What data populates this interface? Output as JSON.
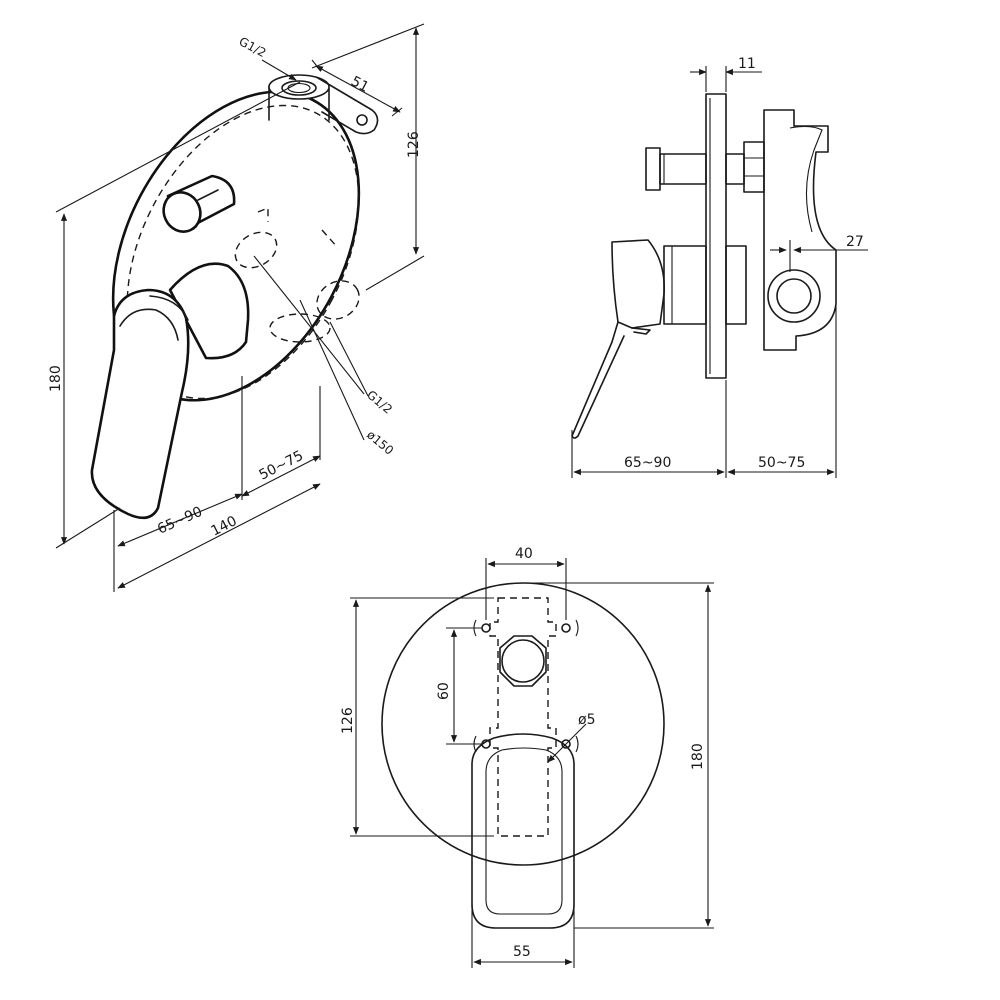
{
  "labels": {
    "iso": {
      "thread_top": "G1/2",
      "dim_51": "51",
      "dim_126": "126",
      "dim_180": "180",
      "thread_side": "G1/2",
      "dia_150": "ø150",
      "dim_50_75": "50~75",
      "dim_65_90": "65~90",
      "dim_140": "140"
    },
    "side": {
      "dim_11": "11",
      "dim_27": "27",
      "dim_65_90": "65~90",
      "dim_50_75": "50~75"
    },
    "front": {
      "dim_40": "40",
      "dim_60": "60",
      "dim_126": "126",
      "dim_180": "180",
      "dia_5": "ø5",
      "dim_55": "55"
    }
  }
}
